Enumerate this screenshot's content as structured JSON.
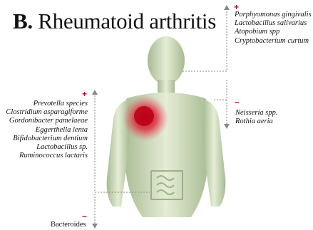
{
  "title": {
    "panel": "B.",
    "text": " Rheumatoid arthritis"
  },
  "top_right": {
    "sign": "+",
    "items": [
      "Porphyomonas gingivalis",
      "Lactobacillus salivarius",
      "Atopobium spp",
      "Cryptobacterium curtum"
    ]
  },
  "mid_right": {
    "sign": "−",
    "items": [
      "Neisseria spp.",
      "Rothia aeria"
    ]
  },
  "left": {
    "sign": "+",
    "items": [
      "Prevotella species",
      "Clostridium asparagiforme",
      "Gordonibacter pamelaeae",
      "Eggerthella lenta",
      "Bifidobacterium dentium",
      "Lactobacillus sp.",
      "Ruminococcus lactaris"
    ]
  },
  "bottom": {
    "sign": "−",
    "items": [
      "Bacteroides"
    ]
  },
  "colors": {
    "positive": "#d0021b",
    "negative": "#d0021b",
    "body": "#c9d8a8",
    "inflammation": "#e0102a",
    "connector": "#888888"
  },
  "icons": [
    "human-body-figure",
    "inflamed-shoulder-joint",
    "intestine-illustration",
    "up-arrow-icon",
    "down-arrow-icon"
  ]
}
